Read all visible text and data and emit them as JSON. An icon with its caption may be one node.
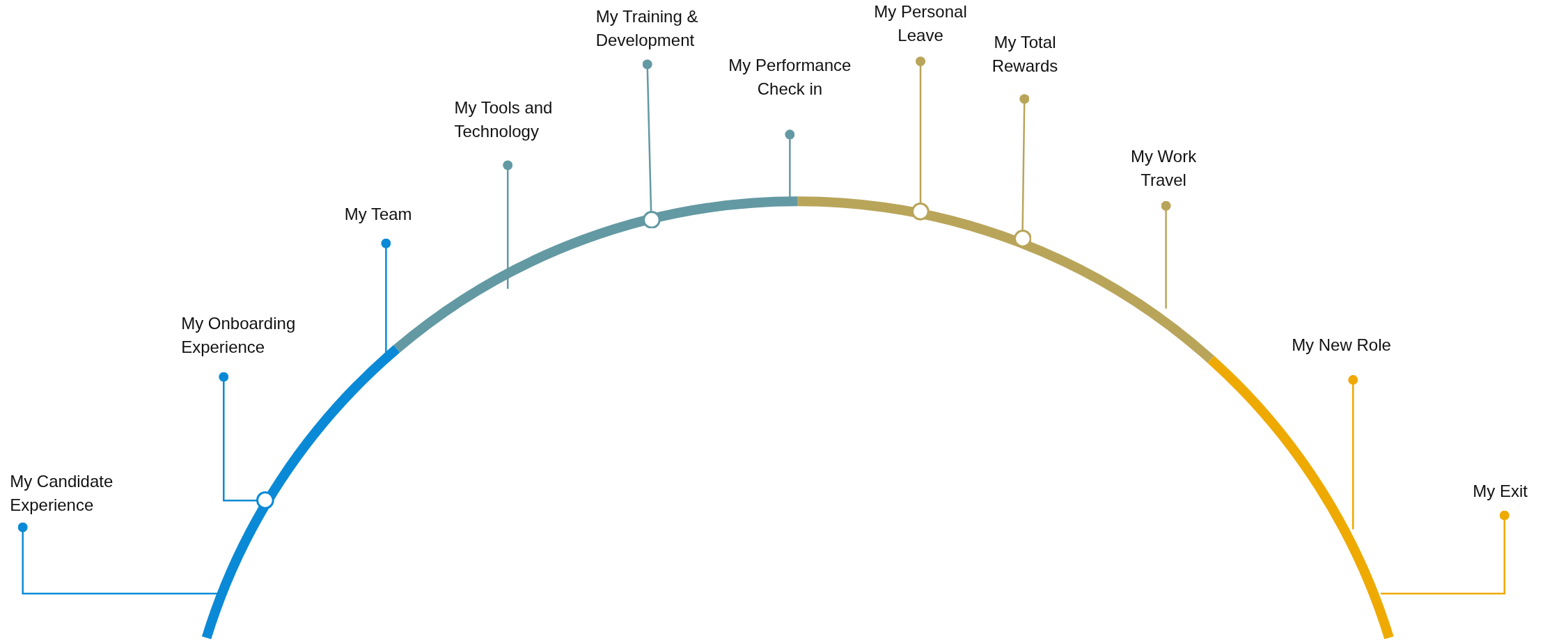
{
  "diagram": {
    "nodes": [
      {
        "text": [
          "My Candidate Experience"
        ]
      },
      {
        "text": [
          "My Onboarding Experience"
        ]
      },
      {
        "text": [
          "My Team"
        ]
      },
      {
        "text": [
          "My Tools and Technology"
        ]
      },
      {
        "text": [
          "My Training & Development"
        ]
      },
      {
        "text": [
          "My Performance Check in"
        ]
      },
      {
        "text": [
          "My Personal Leave"
        ]
      },
      {
        "text": [
          "My Total Rewards"
        ]
      },
      {
        "text": [
          "My Work Travel"
        ]
      },
      {
        "text": [
          "My New Role"
        ]
      },
      {
        "text": [
          "My Exit"
        ]
      },
      {
        "text": [],
        "shape": "circle"
      },
      {
        "text": [],
        "shape": "circle"
      },
      {
        "text": [],
        "shape": "circle"
      },
      {
        "text": [],
        "shape": "circle"
      }
    ],
    "edges": [
      {
        "from": 0,
        "to": null,
        "arrow": "other",
        "color": "#0a8ad6"
      },
      {
        "from": 1,
        "to": 11,
        "arrow": "other",
        "color": "#0a8ad6"
      },
      {
        "from": 2,
        "to": null,
        "arrow": "other",
        "color": "#0a8ad6"
      },
      {
        "from": 3,
        "to": null,
        "arrow": "other",
        "color": "#6399a3"
      },
      {
        "from": 4,
        "to": 12,
        "arrow": "other",
        "color": "#6399a3"
      },
      {
        "from": 5,
        "to": null,
        "arrow": "other",
        "color": "#6399a3"
      },
      {
        "from": 6,
        "to": 13,
        "arrow": "other",
        "color": "#b9a55a"
      },
      {
        "from": 7,
        "to": 14,
        "arrow": "other",
        "color": "#b9a55a"
      },
      {
        "from": 8,
        "to": null,
        "arrow": "other",
        "color": "#b9a55a"
      },
      {
        "from": 9,
        "to": null,
        "arrow": "other",
        "color": "#eeaa00"
      },
      {
        "from": 10,
        "to": null,
        "arrow": "other",
        "color": "#eeaa00"
      }
    ]
  }
}
